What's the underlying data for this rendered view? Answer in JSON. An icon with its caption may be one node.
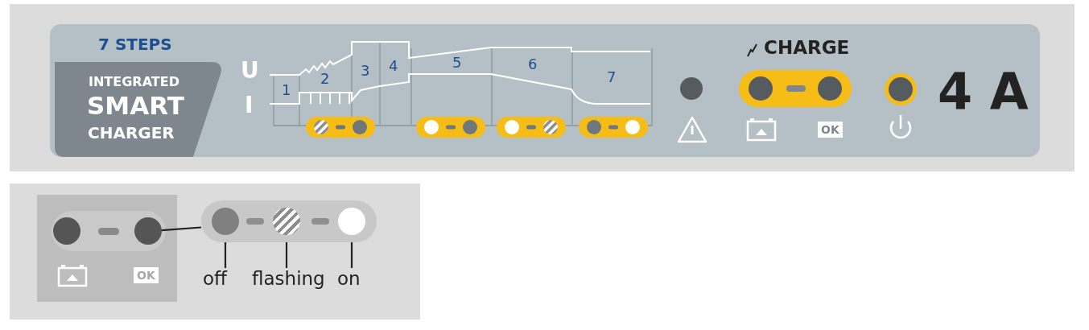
{
  "diagram": {
    "nodes": [
      {
        "text": [],
        "shape": "circle"
      },
      {
        "text": [],
        "shape": "box"
      },
      {
        "text": [],
        "shape": "circle",
        "in": 1
      },
      {
        "text": [],
        "shape": "circle",
        "in": 1
      },
      {
        "text": [],
        "shape": "circle",
        "in": 1
      },
      {
        "text": [
          "off"
        ]
      },
      {
        "text": [
          "flashing"
        ]
      },
      {
        "text": [
          "on"
        ]
      }
    ],
    "edges": [
      {
        "from": 0,
        "to": 1,
        "arrow": "none"
      },
      {
        "from": 5,
        "to": 2,
        "arrow": "none"
      },
      {
        "from": 6,
        "to": 3,
        "arrow": "none"
      },
      {
        "from": 7,
        "to": 4,
        "arrow": "none"
      }
    ],
    "labels": [
      "7 STEPS",
      "INTEGRATED",
      "SMART",
      "CHARGER",
      "U",
      "I",
      "1",
      "2",
      "3",
      "4",
      "5",
      "6",
      "7",
      "CHARGE",
      "OK",
      "4 A",
      "OK"
    ]
  }
}
